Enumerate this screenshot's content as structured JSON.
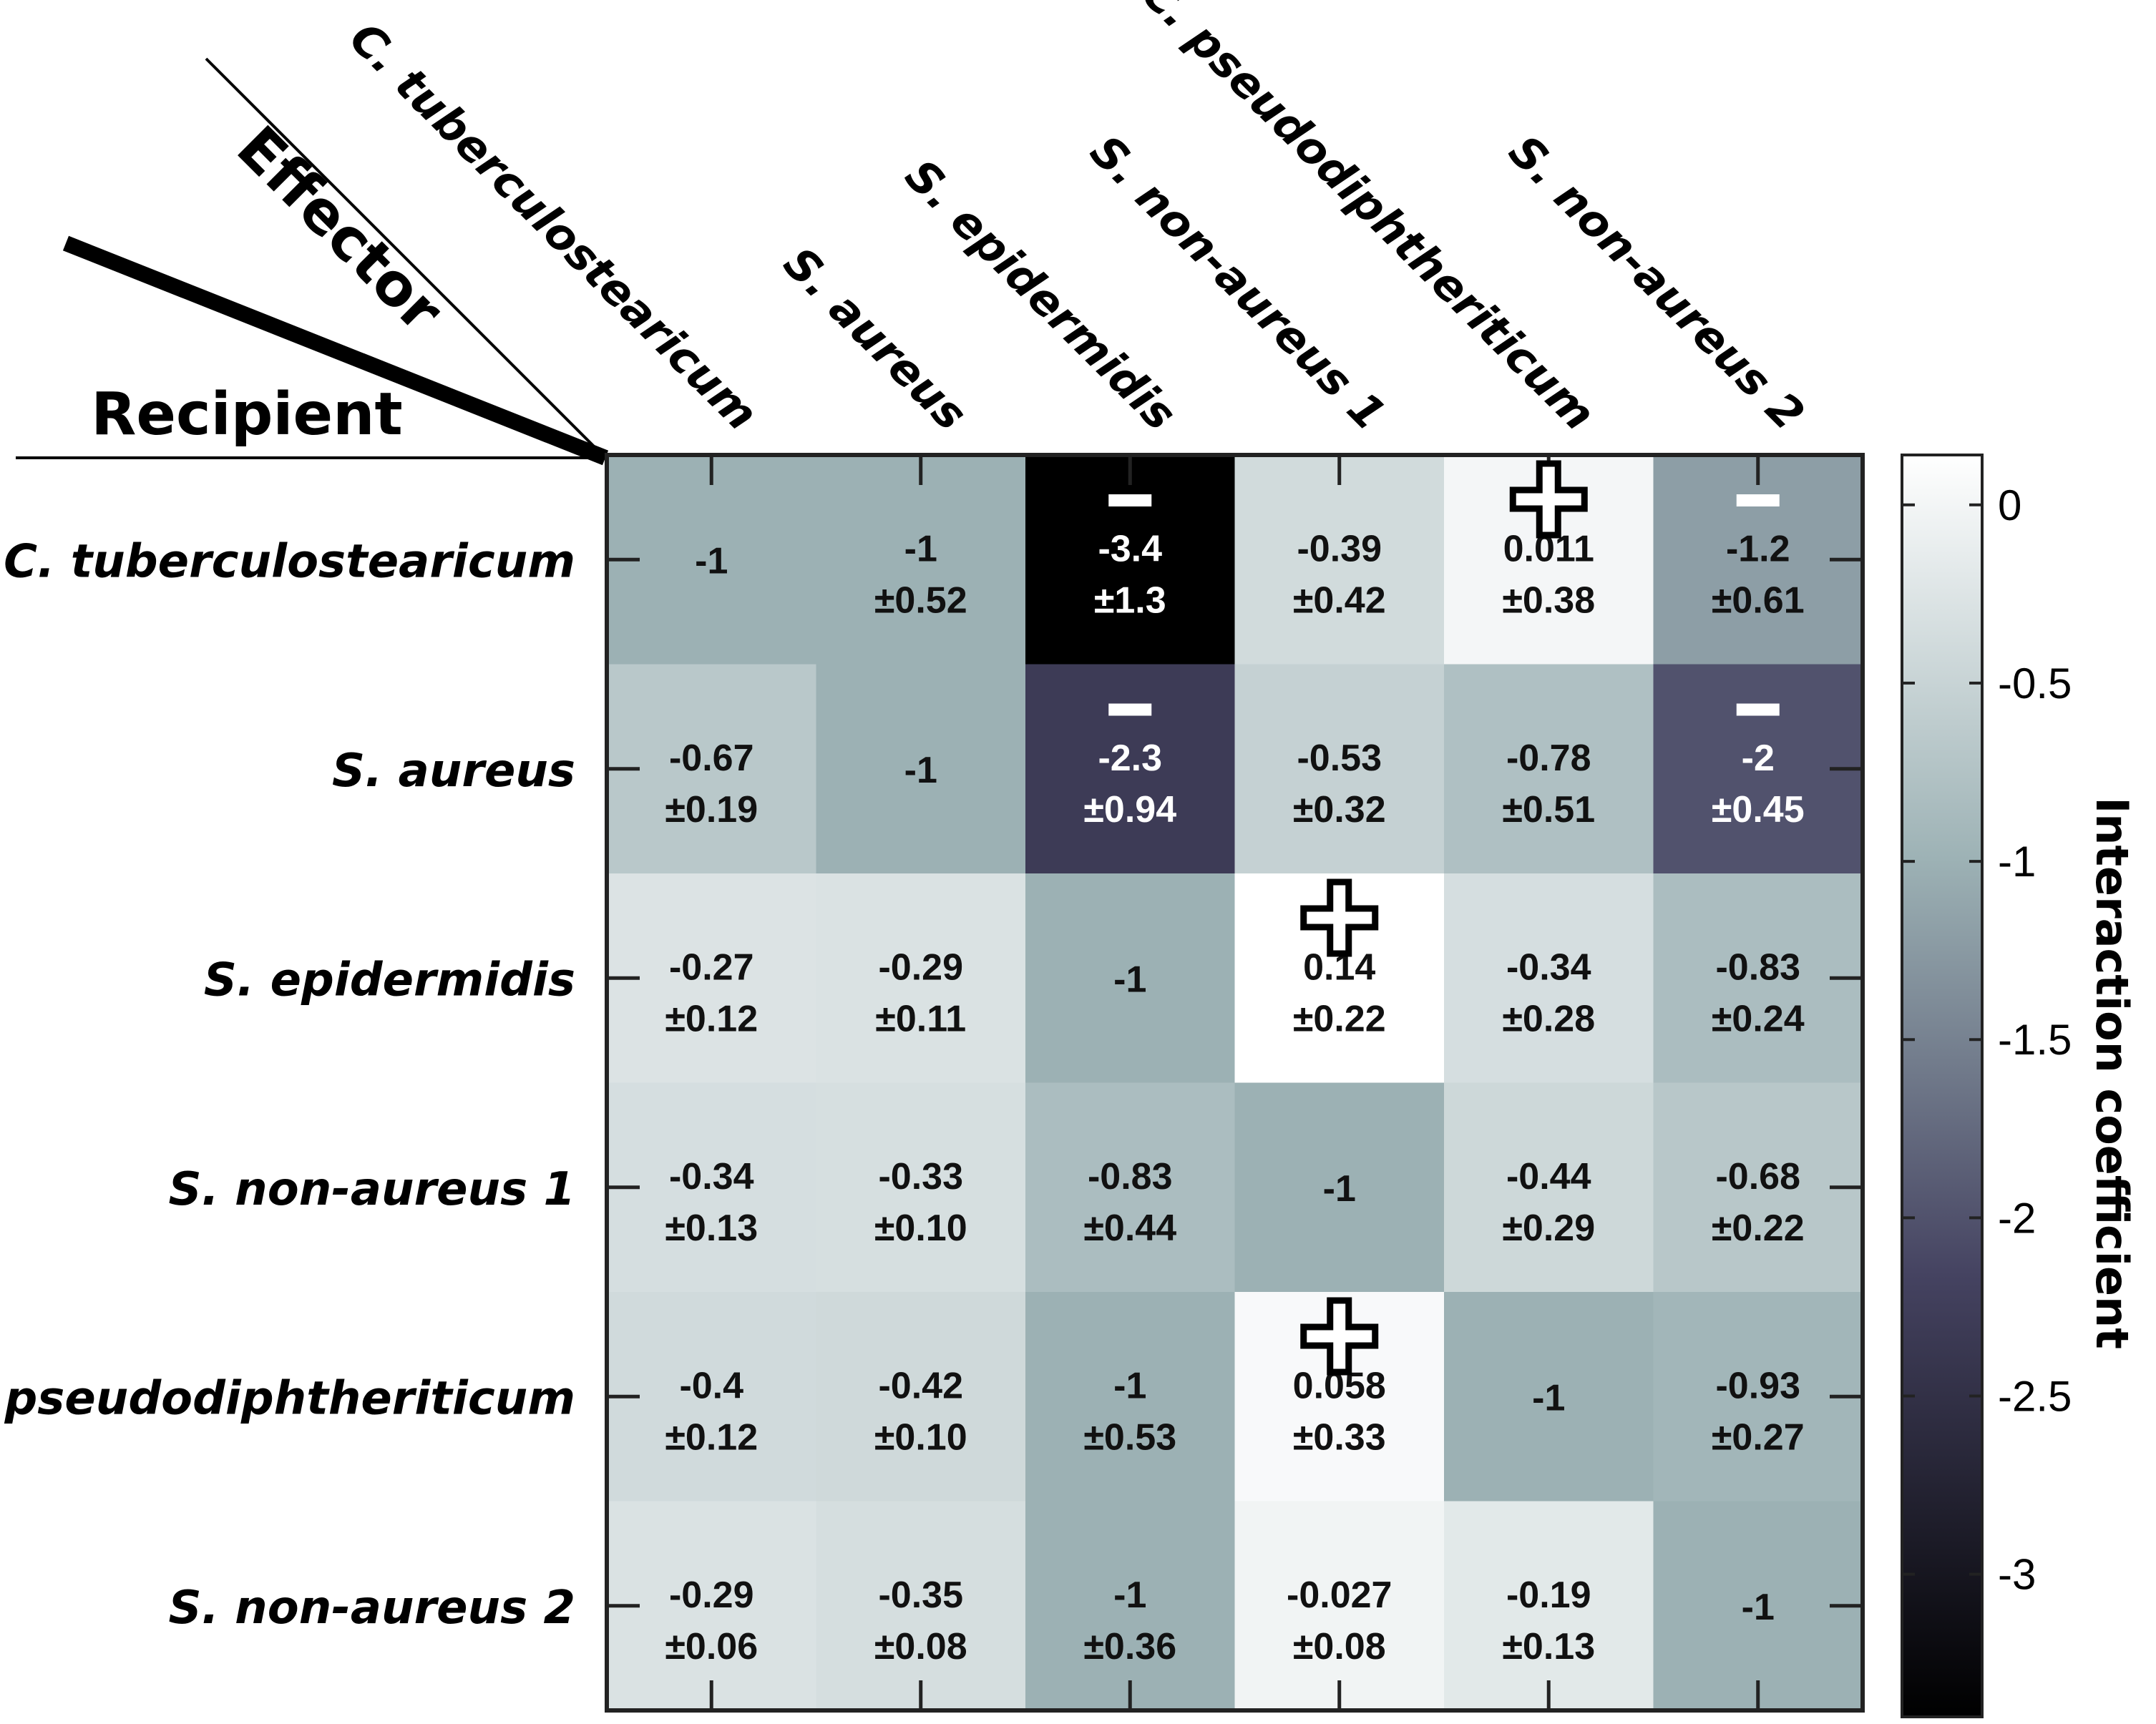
{
  "chart_data": {
    "type": "heatmap",
    "corner_labels": {
      "column_axis": "Effector",
      "row_axis": "Recipient"
    },
    "columns": [
      "C. tuberculostearicum",
      "S. aureus",
      "S. epidermidis",
      "S. non-aureus 1",
      "C. pseudodiphtheriticum",
      "S. non-aureus 2"
    ],
    "rows": [
      "C. tuberculostearicum",
      "S. aureus",
      "S. epidermidis",
      "S. non-aureus 1",
      "C. pseudodiphtheriticum",
      "S. non-aureus 2"
    ],
    "values": [
      [
        -1,
        -1,
        -3.4,
        -0.39,
        0.011,
        -1.2
      ],
      [
        -0.67,
        -1,
        -2.3,
        -0.53,
        -0.78,
        -2
      ],
      [
        -0.27,
        -0.29,
        -1,
        0.14,
        -0.34,
        -0.83
      ],
      [
        -0.34,
        -0.33,
        -0.83,
        -1,
        -0.44,
        -0.68
      ],
      [
        -0.4,
        -0.42,
        -1,
        0.058,
        -1,
        -0.93
      ],
      [
        -0.29,
        -0.35,
        -1,
        -0.027,
        -0.19,
        -1
      ]
    ],
    "value_labels": [
      [
        "-1",
        "-1",
        "-3.4",
        "-0.39",
        "0.011",
        "-1.2"
      ],
      [
        "-0.67",
        "-1",
        "-2.3",
        "-0.53",
        "-0.78",
        "-2"
      ],
      [
        "-0.27",
        "-0.29",
        "-1",
        "0.14",
        "-0.34",
        "-0.83"
      ],
      [
        "-0.34",
        "-0.33",
        "-0.83",
        "-1",
        "-0.44",
        "-0.68"
      ],
      [
        "-0.4",
        "-0.42",
        "-1",
        "0.058",
        "-1",
        "-0.93"
      ],
      [
        "-0.29",
        "-0.35",
        "-1",
        "-0.027",
        "-0.19",
        "-1"
      ]
    ],
    "errors": [
      [
        "",
        "±0.52",
        "±1.3",
        "±0.42",
        "±0.38",
        "±0.61"
      ],
      [
        "±0.19",
        "",
        "±0.94",
        "±0.32",
        "±0.51",
        "±0.45"
      ],
      [
        "±0.12",
        "±0.11",
        "",
        "±0.22",
        "±0.28",
        "±0.24"
      ],
      [
        "±0.13",
        "±0.10",
        "±0.44",
        "",
        "±0.29",
        "±0.22"
      ],
      [
        "±0.12",
        "±0.10",
        "±0.53",
        "±0.33",
        "",
        "±0.27"
      ],
      [
        "±0.06",
        "±0.08",
        "±0.36",
        "±0.08",
        "±0.13",
        ""
      ]
    ],
    "significance_markers": [
      {
        "row": 0,
        "col": 2,
        "sign": "-"
      },
      {
        "row": 0,
        "col": 4,
        "sign": "+"
      },
      {
        "row": 0,
        "col": 5,
        "sign": "-"
      },
      {
        "row": 1,
        "col": 2,
        "sign": "-"
      },
      {
        "row": 1,
        "col": 5,
        "sign": "-"
      },
      {
        "row": 2,
        "col": 3,
        "sign": "+"
      },
      {
        "row": 4,
        "col": 3,
        "sign": "+"
      }
    ],
    "colorbar": {
      "label": "Interaction coefficient",
      "ticks": [
        0,
        -0.5,
        -1,
        -1.5,
        -2,
        -2.5,
        -3
      ],
      "tick_labels": [
        "0",
        "-0.5",
        "-1",
        "-1.5",
        "-2",
        "-2.5",
        "-3"
      ],
      "range": [
        -3.4,
        0.14
      ],
      "colors": [
        "#000000",
        "#454361",
        "#9db2b5",
        "#ffffff"
      ]
    }
  }
}
